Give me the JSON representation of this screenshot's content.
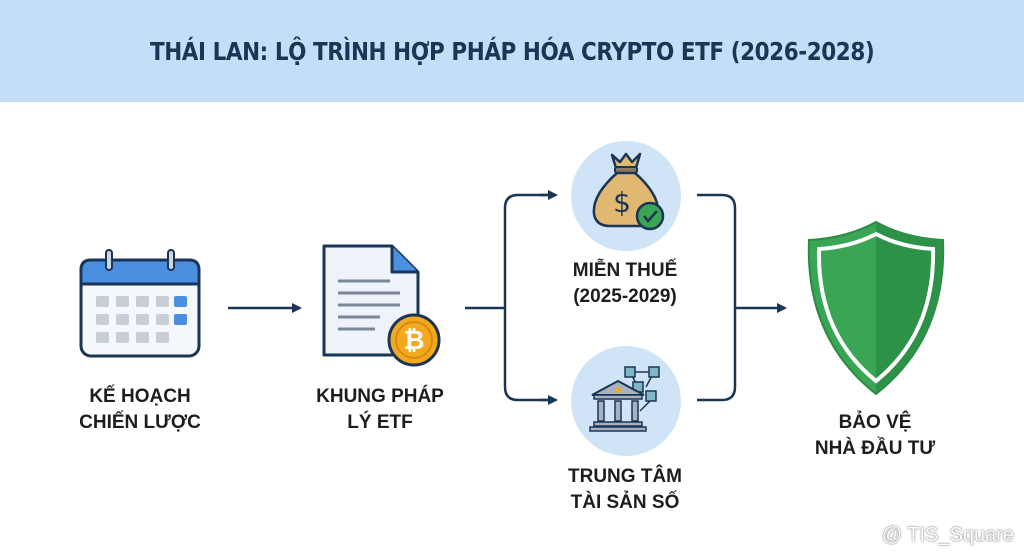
{
  "title": "THÁI LAN: LỘ TRÌNH HỢP PHÁP HÓA CRYPTO ETF (2026-2028)",
  "steps": [
    {
      "line1": "KẾ HOẠCH",
      "line2": "CHIẾN LƯỢC",
      "icon": "calendar-icon"
    },
    {
      "line1": "KHUNG PHÁP",
      "line2": "LÝ ETF",
      "icon": "document-bitcoin-icon"
    },
    {
      "line1": "MIỄN THUẾ",
      "line2": "(2025-2029)",
      "icon": "money-bag-check-icon"
    },
    {
      "line1": "TRUNG TÂM",
      "line2": "TÀI SẢN SỐ",
      "icon": "bank-blockchain-icon"
    },
    {
      "line1": "BẢO VỆ",
      "line2": "NHÀ ĐẦU TƯ",
      "icon": "shield-icon"
    }
  ],
  "watermark": "@ TIS_Square",
  "colors": {
    "header": "#c3dff8",
    "arrow": "#1b3557",
    "shield": "#3aa655",
    "accent": "#4a8fe0"
  }
}
